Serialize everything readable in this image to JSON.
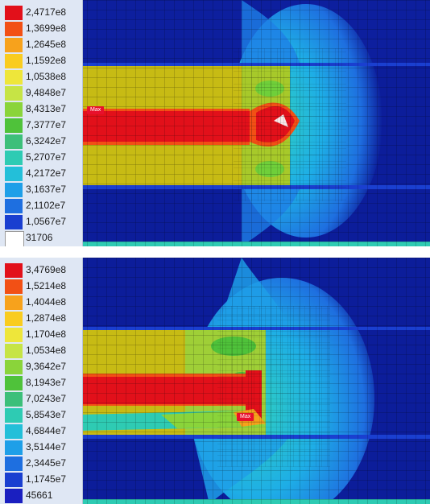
{
  "panels": [
    {
      "id": "top",
      "max_tag": "Max",
      "legend": [
        {
          "label": "2,4717e8",
          "color": "#e2101a"
        },
        {
          "label": "1,3699e8",
          "color": "#f25015"
        },
        {
          "label": "1,2645e8",
          "color": "#f7a21c"
        },
        {
          "label": "1,1592e8",
          "color": "#f9cc1f"
        },
        {
          "label": "1,0538e8",
          "color": "#eee63a"
        },
        {
          "label": "9,4848e7",
          "color": "#c6e445"
        },
        {
          "label": "8,4313e7",
          "color": "#8ad43a"
        },
        {
          "label": "7,3777e7",
          "color": "#4fc23a"
        },
        {
          "label": "6,3242e7",
          "color": "#3cbf7a"
        },
        {
          "label": "5,2707e7",
          "color": "#2ecbb3"
        },
        {
          "label": "4,2172e7",
          "color": "#23bfd9"
        },
        {
          "label": "3,1637e7",
          "color": "#1e9fe8"
        },
        {
          "label": "2,1102e7",
          "color": "#1e6fe0"
        },
        {
          "label": "1,0567e7",
          "color": "#1a3fd0"
        },
        {
          "label": "31706",
          "color": "#ffffff"
        }
      ]
    },
    {
      "id": "bottom",
      "max_tag": "Max",
      "legend": [
        {
          "label": "3,4769e8",
          "color": "#e2101a"
        },
        {
          "label": "1,5214e8",
          "color": "#f25015"
        },
        {
          "label": "1,4044e8",
          "color": "#f7a21c"
        },
        {
          "label": "1,2874e8",
          "color": "#f9cc1f"
        },
        {
          "label": "1,1704e8",
          "color": "#eee63a"
        },
        {
          "label": "1,0534e8",
          "color": "#c6e445"
        },
        {
          "label": "9,3642e7",
          "color": "#8ad43a"
        },
        {
          "label": "8,1943e7",
          "color": "#4fc23a"
        },
        {
          "label": "7,0243e7",
          "color": "#3cbf7a"
        },
        {
          "label": "5,8543e7",
          "color": "#2ecbb3"
        },
        {
          "label": "4,6844e7",
          "color": "#23bfd9"
        },
        {
          "label": "3,5144e7",
          "color": "#1e9fe8"
        },
        {
          "label": "2,3445e7",
          "color": "#1e6fe0"
        },
        {
          "label": "1,1745e7",
          "color": "#1a3fd0"
        },
        {
          "label": "45661",
          "color": "#1a1fc0"
        }
      ]
    }
  ]
}
